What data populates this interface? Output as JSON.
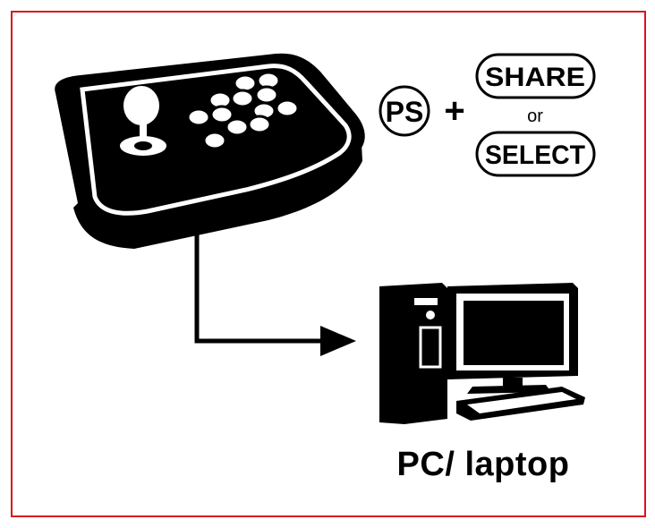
{
  "diagram": {
    "ps_button_label": "PS",
    "plus_sign": "+",
    "share_label": "SHARE",
    "or_label": "or",
    "select_label": "SELECT",
    "target_label": "PC/ laptop"
  },
  "colors": {
    "frame": "#d9161c",
    "ink": "#000000",
    "background": "#ffffff"
  },
  "icons": [
    "arcade-stick-icon",
    "desktop-pc-icon",
    "connection-arrow"
  ]
}
